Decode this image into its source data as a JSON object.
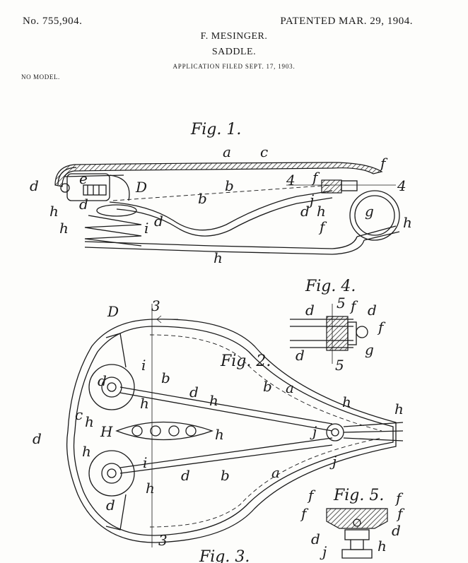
{
  "header": {
    "patent_number": "No. 755,904.",
    "patent_date": "PATENTED MAR. 29, 1904.",
    "inventor": "F. MESINGER.",
    "title": "SADDLE.",
    "application": "APPLICATION FILED SEPT. 17, 1903.",
    "model": "NO MODEL."
  },
  "figures": {
    "fig1": {
      "caption": "Fig. 1.",
      "labels": {
        "a": "a",
        "c": "c",
        "f1": "f",
        "d2": "d",
        "e": "e",
        "b": "b",
        "D": "D",
        "f": "f",
        "four_left": "4",
        "four_right": "4",
        "b1": "b",
        "d1": "d",
        "h4": "h",
        "h3": "h",
        "i": "i",
        "d": "d",
        "g": "g",
        "h": "h",
        "j": "j",
        "h1": "h",
        "d_right": "d",
        "f4": "f",
        "h2": "h"
      }
    },
    "fig4": {
      "caption": "Fig. 4.",
      "labels": {
        "d_top": "d",
        "five_top": "5",
        "f": "f",
        "d3": "d",
        "f1": "f",
        "g": "g",
        "d_bottom": "d",
        "five_bottom": "5"
      }
    },
    "fig2": {
      "caption": "Fig. 2.",
      "labels": {
        "D": "D",
        "three_top": "3",
        "i_top": "i",
        "b": "b",
        "b1": "b",
        "a1": "a",
        "d1_top": "d",
        "d_mid": "d",
        "h2_top": "h",
        "h3_top": "h",
        "h4_top": "h",
        "c": "c",
        "h1": "h",
        "h": "h",
        "H": "H",
        "d2": "d",
        "h2_mid": "h",
        "j": "j",
        "j1": "j",
        "h4_bottom": "h",
        "i_bottom": "i",
        "d_bottom": "d",
        "b1_bottom": "b",
        "a1_bottom": "a",
        "h3_bottom": "h",
        "d1_bottom": "d",
        "three_bottom": "3"
      }
    },
    "fig5": {
      "caption": "Fig. 5.",
      "labels": {
        "f": "f",
        "f3": "f",
        "f2_left": "f",
        "f2_right": "f",
        "d_right": "d",
        "d_left": "d",
        "j": "j",
        "h1": "h"
      }
    },
    "fig3": {
      "caption": "Fig. 3."
    }
  },
  "colors": {
    "ink": "#1a1a1a",
    "paper": "#fdfdfb"
  }
}
